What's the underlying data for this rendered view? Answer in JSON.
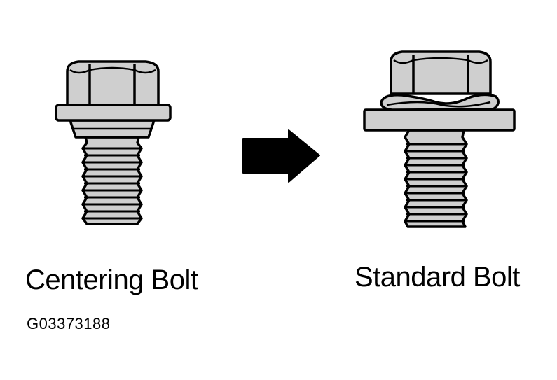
{
  "labels": {
    "left": "Centering Bolt",
    "right": "Standard Bolt"
  },
  "figure_id": "G03373188",
  "icons": {
    "left": "centering-bolt-icon",
    "arrow": "right-arrow-icon",
    "right": "standard-bolt-icon"
  },
  "colors": {
    "ink": "#000000",
    "metal": "#cfcfcf",
    "paper": "#ffffff"
  }
}
